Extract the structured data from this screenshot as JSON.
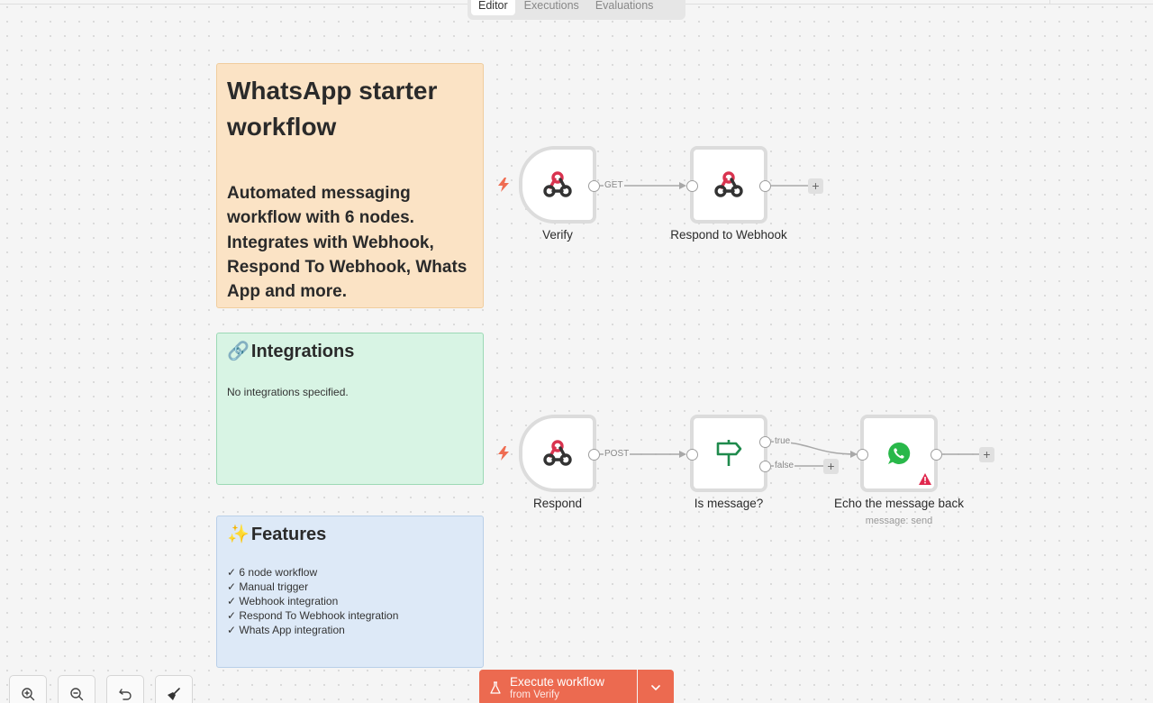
{
  "tabs": [
    {
      "label": "Editor",
      "active": true
    },
    {
      "label": "Executions",
      "active": false
    },
    {
      "label": "Evaluations",
      "active": false
    }
  ],
  "sticky_main": {
    "title": "WhatsApp starter workflow",
    "description": "Automated messaging workflow with 6 nodes. Integrates with Webhook, Respond To Webhook, Whats App and more."
  },
  "sticky_integrations": {
    "icon": "🔗",
    "title": "Integrations",
    "text": "No integrations specified."
  },
  "sticky_features": {
    "icon": "✨",
    "title": "Features",
    "items": [
      "6 node workflow",
      "Manual trigger",
      "Webhook integration",
      "Respond To Webhook integration",
      "Whats App integration"
    ]
  },
  "nodes": {
    "verify": {
      "label": "Verify",
      "icon": "webhook-icon"
    },
    "respond_to_webhook": {
      "label": "Respond to Webhook",
      "icon": "webhook-icon"
    },
    "respond": {
      "label": "Respond",
      "icon": "webhook-icon"
    },
    "is_message": {
      "label": "Is message?",
      "icon": "signpost-icon"
    },
    "echo": {
      "label": "Echo the message back",
      "subtitle": "message: send",
      "icon": "whatsapp-icon",
      "warning": true
    }
  },
  "edge_labels": {
    "get": "GET",
    "post": "POST",
    "true": "true",
    "false": "false"
  },
  "colors": {
    "accent": "#ec6a50",
    "webhook_red": "#d9334f",
    "signpost_green": "#1f8a4c",
    "whatsapp_green": "#29b84a"
  },
  "execute": {
    "label": "Execute workflow",
    "sub_label": "from Verify"
  }
}
